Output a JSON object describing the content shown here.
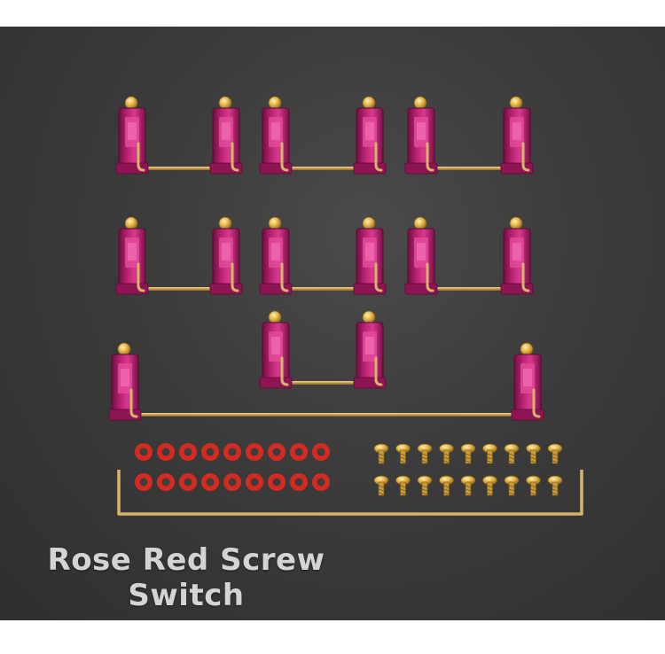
{
  "caption": {
    "line1": "Rose Red Screw",
    "line2": "Switch"
  },
  "colors": {
    "background": "#3d3d3d",
    "housing": "#b3206e",
    "housing_dark": "#7a1047",
    "wire": "#d8b46a",
    "washer": "#e0281e",
    "screw": "#e0b040"
  },
  "items": {
    "stabilizer_pairs_2u": 7,
    "stabilizer_pairs_large": 1,
    "washers": 18,
    "screws": 18,
    "long_wire": 1
  }
}
